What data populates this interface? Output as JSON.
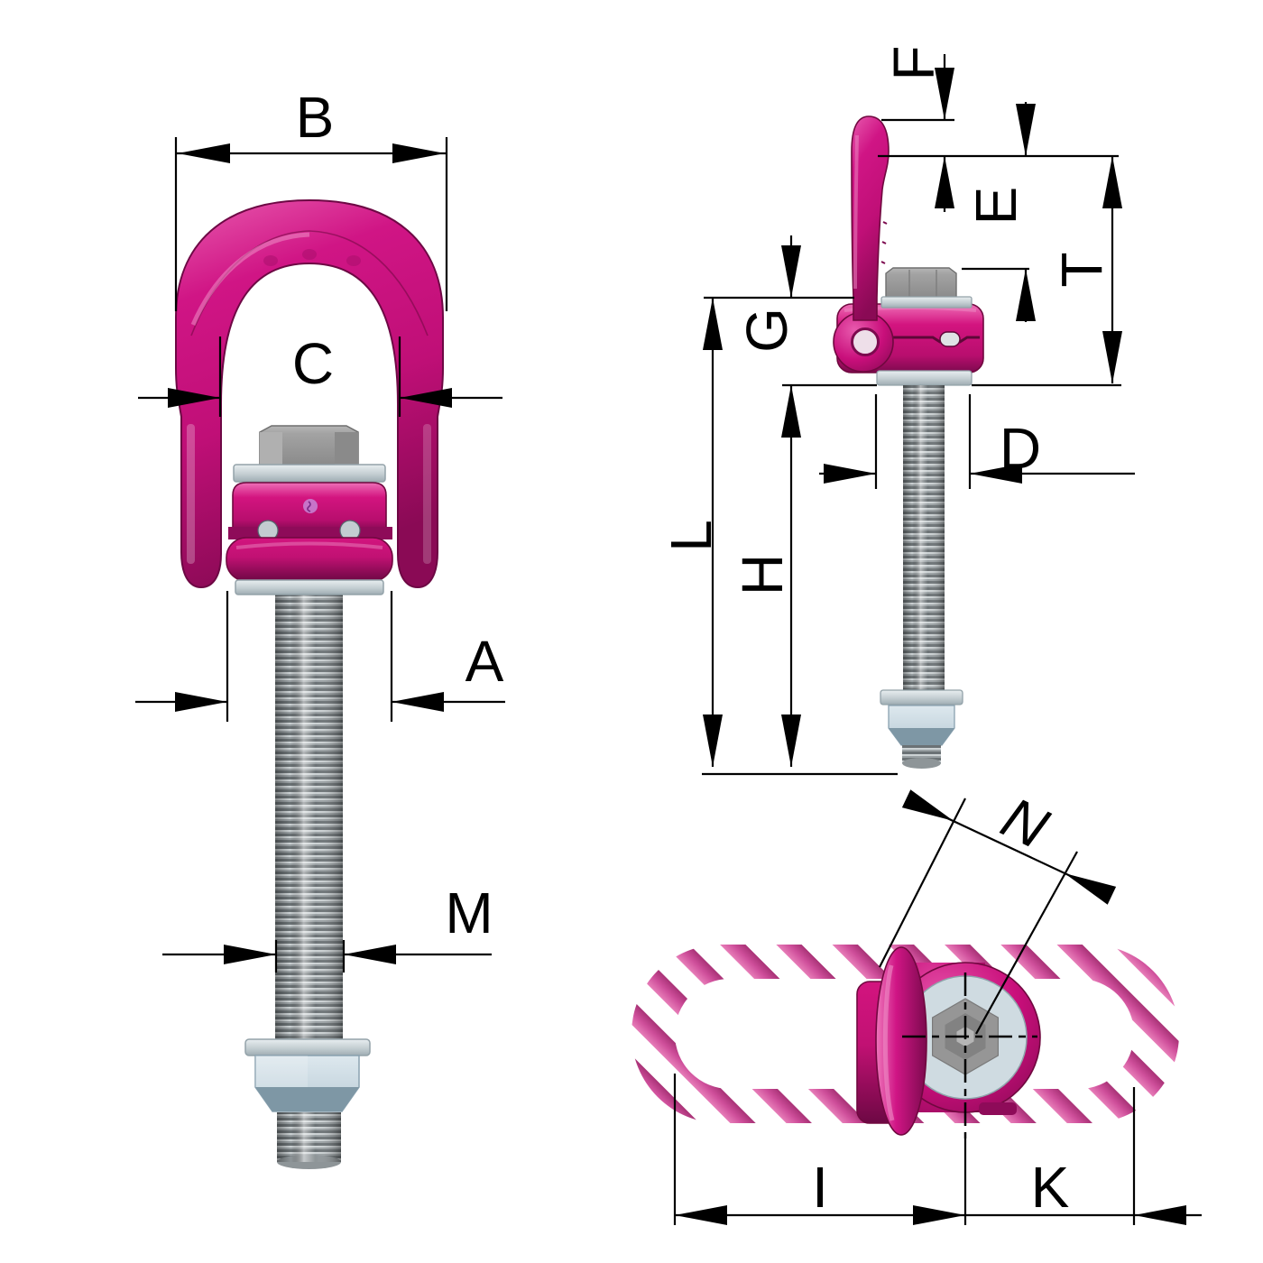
{
  "drawing": {
    "title": "swivel-lifting-point-dimension-drawing",
    "views": {
      "front": {
        "dims": {
          "B": "B",
          "C": "C",
          "A": "A",
          "M": "M"
        }
      },
      "side": {
        "dims": {
          "F": "F",
          "E": "E",
          "T": "T",
          "G": "G",
          "D": "D",
          "L": "L",
          "H": "H"
        }
      },
      "top": {
        "dims": {
          "N": "N",
          "I": "I",
          "K": "K"
        }
      }
    },
    "colors": {
      "pink_main": "#c4107c",
      "pink_bright": "#d01585",
      "pink_light": "#e85aae",
      "pink_dark": "#8e0b59",
      "pink_deep": "#6d0844",
      "hatch_pink": "#cf4f9b",
      "steel_light": "#d3dadd",
      "steel_mid": "#9aa1a3",
      "steel_dark": "#6e7578",
      "hex_gray": "#9d9d9d",
      "nut_blue": "#c5d4de",
      "line": "#000000",
      "background": "#ffffff"
    }
  }
}
